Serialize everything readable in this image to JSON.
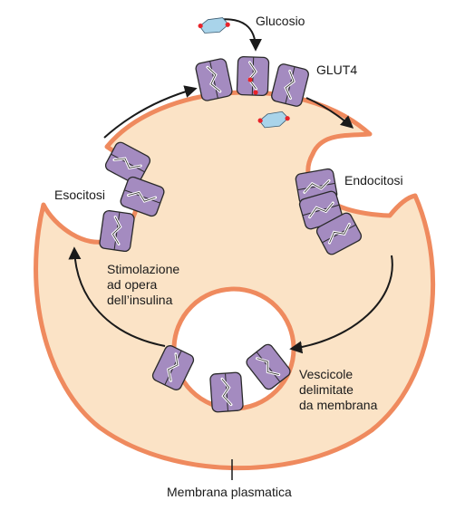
{
  "labels": {
    "glucose": "Glucosio",
    "glut4": "GLUT4",
    "endocytosis": "Endocitosi",
    "exocytosis": "Esocitosi",
    "stimulation": [
      "Stimolazione",
      "ad opera",
      "dell’insulina"
    ],
    "vesicles": [
      "Vescicole",
      "delimitate",
      "da membrana"
    ],
    "plasma_membrane": "Membrana plasmatica"
  },
  "colors": {
    "cytoplasm": "#fbe3c6",
    "membrane": "#ef8a5e",
    "transporter": "#a48bc0",
    "transporter_outline": "#2a2a2a",
    "glucose": "#a9d4ea",
    "glucose_dot": "#e8232a",
    "arrow": "#1a1a1a"
  },
  "icons": {
    "transporter": "glut4-transporter-icon",
    "glucose": "glucose-molecule-icon"
  }
}
